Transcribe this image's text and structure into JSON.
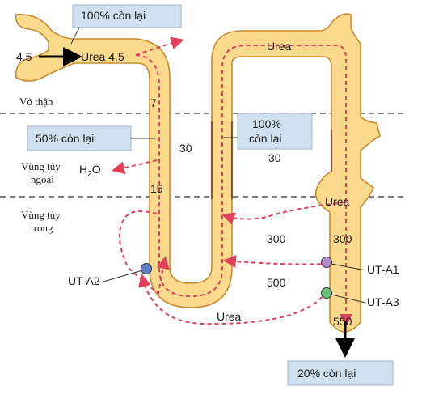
{
  "boxes": {
    "top": "100% còn lại",
    "mid_left": "50% còn lại",
    "mid_right_line1": "100%",
    "mid_right_line2": "còn lại",
    "bottom": "20% còn lại"
  },
  "zones": {
    "cortex": "Vỏ thận",
    "outer_medulla_line1": "Vùng tủy",
    "outer_medulla_line2": "ngoài",
    "inner_medulla_line1": "Vùng tủy",
    "inner_medulla_line2": "trong"
  },
  "values": {
    "input": "4.5",
    "urea_in": "Urea 4.5",
    "prox": "7",
    "loop_outer": "15",
    "interstitium_outer": "30",
    "interstitium_outer_right": "30",
    "inner_300_left": "300",
    "inner_300_right": "300",
    "inner_500": "500",
    "inner_550": "550"
  },
  "labels": {
    "urea_top": "Urea",
    "urea_collecting": "Urea",
    "urea_bottom": "Urea",
    "h2o": "H",
    "h2o_sub": "2",
    "h2o_tail": "O"
  },
  "transporters": {
    "uta2": "UT-A2",
    "uta1": "UT-A1",
    "uta3": "UT-A3"
  },
  "colors": {
    "tubule_fill": "#fbd98d",
    "tubule_edge": "#c98a2e",
    "dash": "#e0405a",
    "callout": "#cfe0ee",
    "uta2_dot": "#5b7fc7",
    "uta1_dot": "#b58ac9",
    "uta3_dot": "#69c27c"
  }
}
